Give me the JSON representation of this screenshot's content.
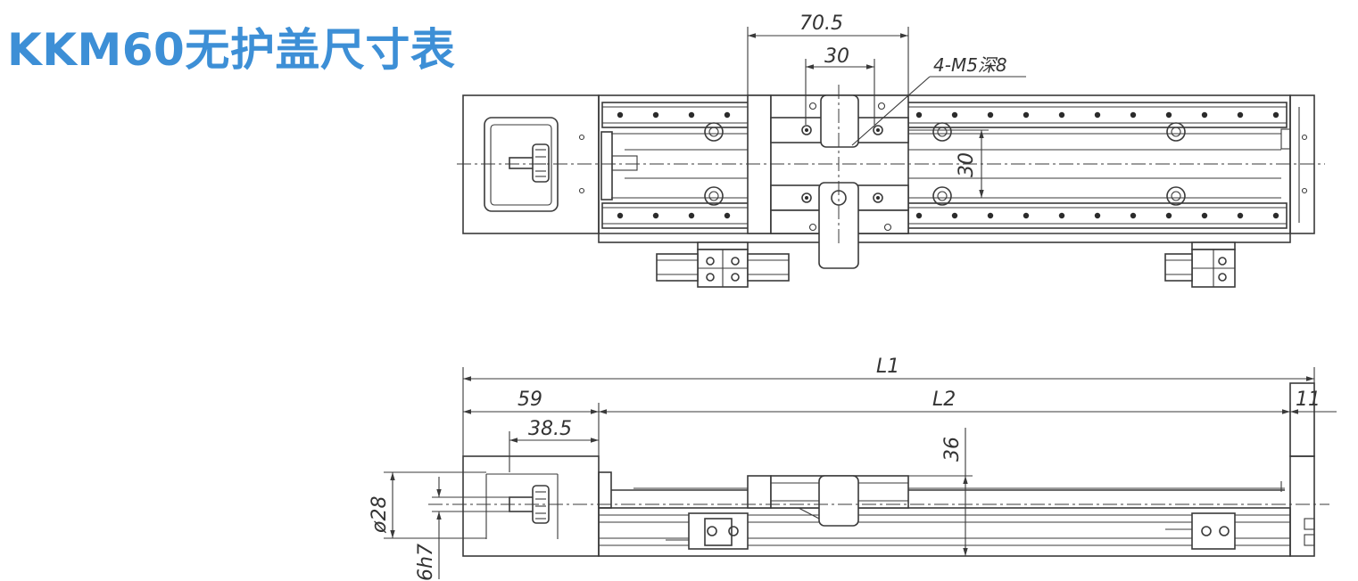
{
  "title": "KKM60无护盖尺寸表",
  "dimensions": {
    "d_70_5": "70.5",
    "d_30_top": "30",
    "thread": "4-M5深8",
    "d_30_side": "30",
    "L1": "L1",
    "d_59": "59",
    "L2": "L2",
    "d_11": "11",
    "d_38_5": "38.5",
    "d_36": "36",
    "d_phi28": "ø28",
    "d_h7": "6h7"
  }
}
